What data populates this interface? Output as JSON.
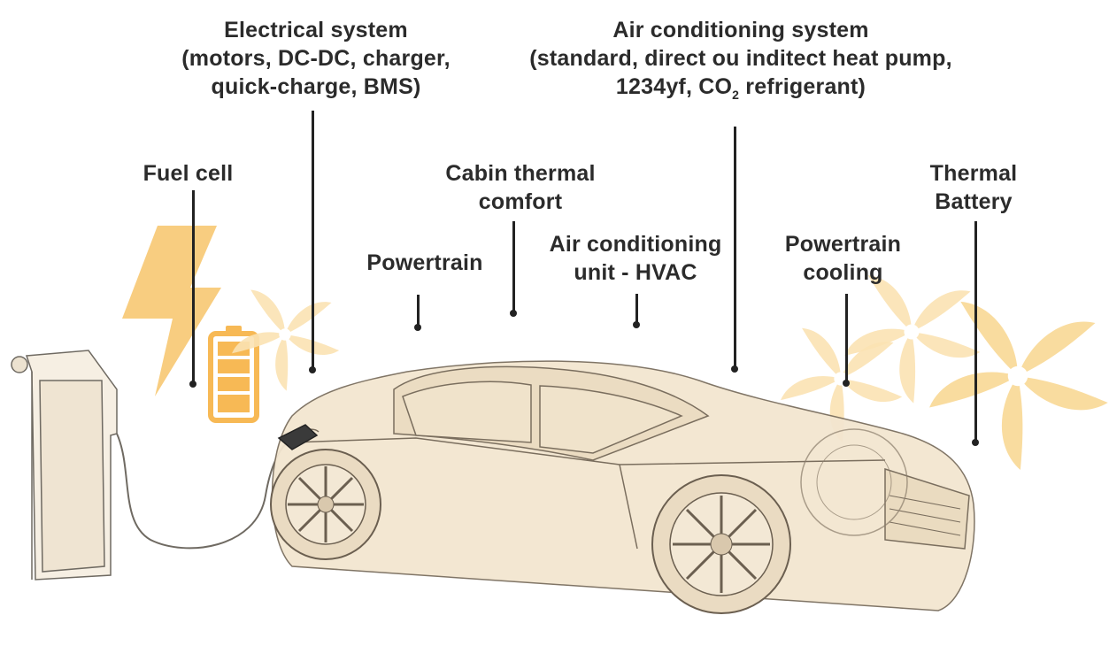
{
  "colors": {
    "accent": "#f7c46a",
    "accent_light": "#fbe3b3",
    "car_fill": "#f3e6d0",
    "car_stroke": "#7a6e5e",
    "text": "#2b2b2b",
    "leader": "#222222"
  },
  "icons": {
    "bolt": "lightning-bolt-icon",
    "battery": "battery-icon",
    "fan": "fan-icon",
    "charger": "charging-station-icon",
    "car": "electric-car-illustration"
  },
  "labels": {
    "electrical": {
      "line1": "Electrical system",
      "line2": "(motors, DC-DC, charger,",
      "line3": "quick-charge, BMS)"
    },
    "air_conditioning_system": {
      "line1": "Air conditioning system",
      "line2": "(standard, direct ou inditect heat pump,",
      "line3_pre": "1234yf, CO",
      "line3_sub": "2",
      "line3_post": " refrigerant)"
    },
    "fuel_cell": {
      "line1": "Fuel cell"
    },
    "cabin": {
      "line1": "Cabin thermal",
      "line2": "comfort"
    },
    "thermal_battery": {
      "line1": "Thermal",
      "line2": "Battery"
    },
    "powertrain": {
      "line1": "Powertrain"
    },
    "hvac": {
      "line1": "Air conditioning",
      "line2": "unit - HVAC"
    },
    "powertrain_cooling": {
      "line1": "Powertrain",
      "line2": "cooling"
    }
  }
}
